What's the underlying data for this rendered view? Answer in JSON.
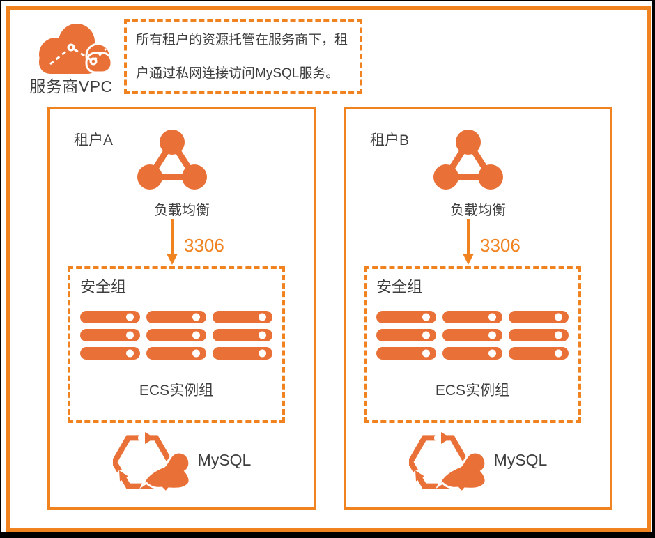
{
  "colors": {
    "accent_orange": "#F0821F",
    "icon_orange": "#E97138",
    "text_dark": "#3E3E3E",
    "background": "#FFFFFF",
    "outer_edge": "#000000"
  },
  "header": {
    "vpc_label": "服务商VPC",
    "note_lines": [
      "所有租户的资源托管在服务商下，租",
      "户通过私网连接访问MySQL服务。"
    ]
  },
  "icons": {
    "vpc": "cloud-network-icon",
    "load_balancer": "slb-three-nodes-triangle-icon",
    "ecs_server": "server-bar-icon",
    "mysql": "rds-recycle-dolphin-icon",
    "port_arrow": "down-arrow-icon"
  },
  "ecs_grid": {
    "columns": 3,
    "rows": 3
  },
  "tenants": [
    {
      "name": "租户A",
      "load_balancer_label": "负载均衡",
      "port": "3306",
      "security_group_label": "安全组",
      "ecs_group_label": "ECS实例组",
      "database_label": "MySQL"
    },
    {
      "name": "租户B",
      "load_balancer_label": "负载均衡",
      "port": "3306",
      "security_group_label": "安全组",
      "ecs_group_label": "ECS实例组",
      "database_label": "MySQL"
    }
  ]
}
